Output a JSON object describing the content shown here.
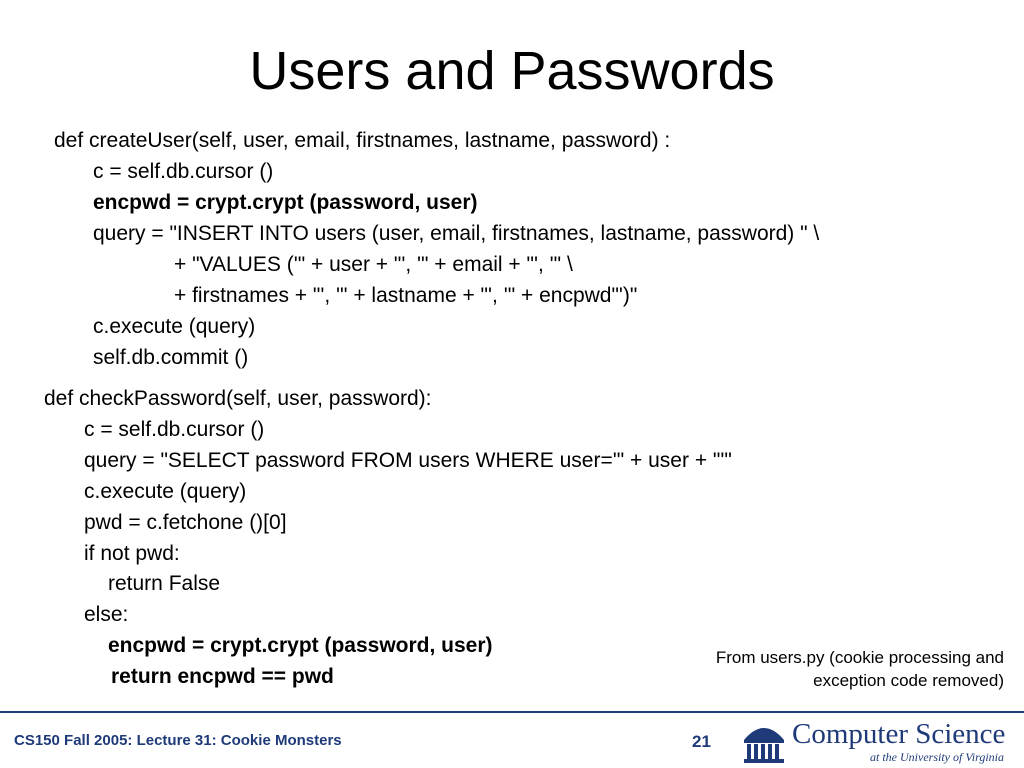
{
  "slide": {
    "title": "Users and Passwords"
  },
  "code": {
    "create_user": [
      "def createUser(self, user, email, firstnames, lastname, password) :",
      "c = self.db.cursor ()",
      "encpwd = crypt.crypt (password, user)",
      "query = \"INSERT INTO users (user, email, firstnames, lastname, password) \" \\",
      "+ \"VALUES ('\" + user + \"', '\" + email + \"', '\" \\",
      "+ firstnames + \"', '\" + lastname + \"', '\" + encpwd\"')\"",
      "c.execute (query)",
      "self.db.commit ()"
    ],
    "check_password": [
      "def checkPassword(self, user, password):",
      "c = self.db.cursor ()",
      "query = \"SELECT password FROM users WHERE user='\" + user + \"'\"",
      "c.execute (query)",
      "pwd = c.fetchone ()[0]",
      "if not pwd:",
      "return False",
      "else:",
      "encpwd = crypt.crypt (password, user)",
      "return encpwd == pwd"
    ]
  },
  "caption": "From users.py (cookie processing and exception code removed)",
  "footer": {
    "lecture": "CS150 Fall 2005: Lecture 31: Cookie Monsters",
    "page_number": "21",
    "logo_main": "Computer Science",
    "logo_sub": "at the University of Virginia"
  },
  "colors": {
    "footer_accent": "#1f3a78"
  },
  "icons": {
    "logo": "rotunda-icon"
  }
}
